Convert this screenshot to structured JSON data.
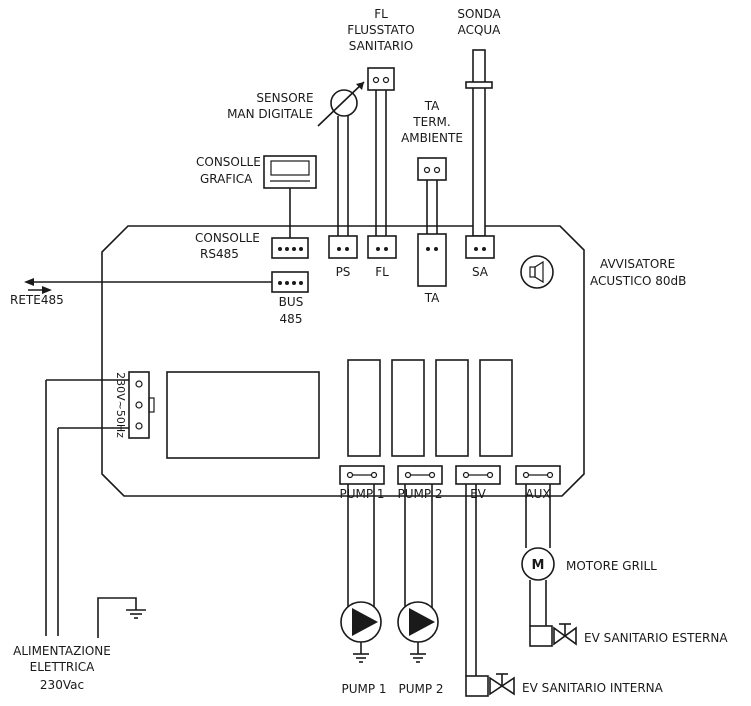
{
  "labels": {
    "fl_top": "FL",
    "flusstato": "FLUSSTATO",
    "sanitario": "SANITARIO",
    "sonda": "SONDA",
    "acqua": "ACQUA",
    "sensore": "SENSORE",
    "man_digitale": "MAN DIGITALE",
    "ta_top": "TA",
    "term": "TERM.",
    "ambiente": "AMBIENTE",
    "consolle": "CONSOLLE",
    "grafica": "GRAFICA",
    "consolle2": "CONSOLLE",
    "rs485": "RS485",
    "ps": "PS",
    "fl": "FL",
    "ta": "TA",
    "sa": "SA",
    "avvisatore": "AVVISATORE",
    "acustico": "ACUSTICO 80dB",
    "rete485": "RETE485",
    "bus": "BUS",
    "bus485": "485",
    "power_rating": "230V~50Hz",
    "pump1_conn": "PUMP 1",
    "pump2_conn": "PUMP 2",
    "ev_conn": "EV",
    "aux_conn": "AUX",
    "motore_symbol": "M",
    "motore_grill": "MOTORE GRILL",
    "ev_sanitario_esterna": "EV SANITARIO ESTERNA",
    "ev_sanitario_interna": "EV SANITARIO INTERNA",
    "alimentazione": "ALIMENTAZIONE",
    "elettrica": "ELETTRICA",
    "vac": "230Vac",
    "pump1": "PUMP 1",
    "pump2": "PUMP 2"
  }
}
